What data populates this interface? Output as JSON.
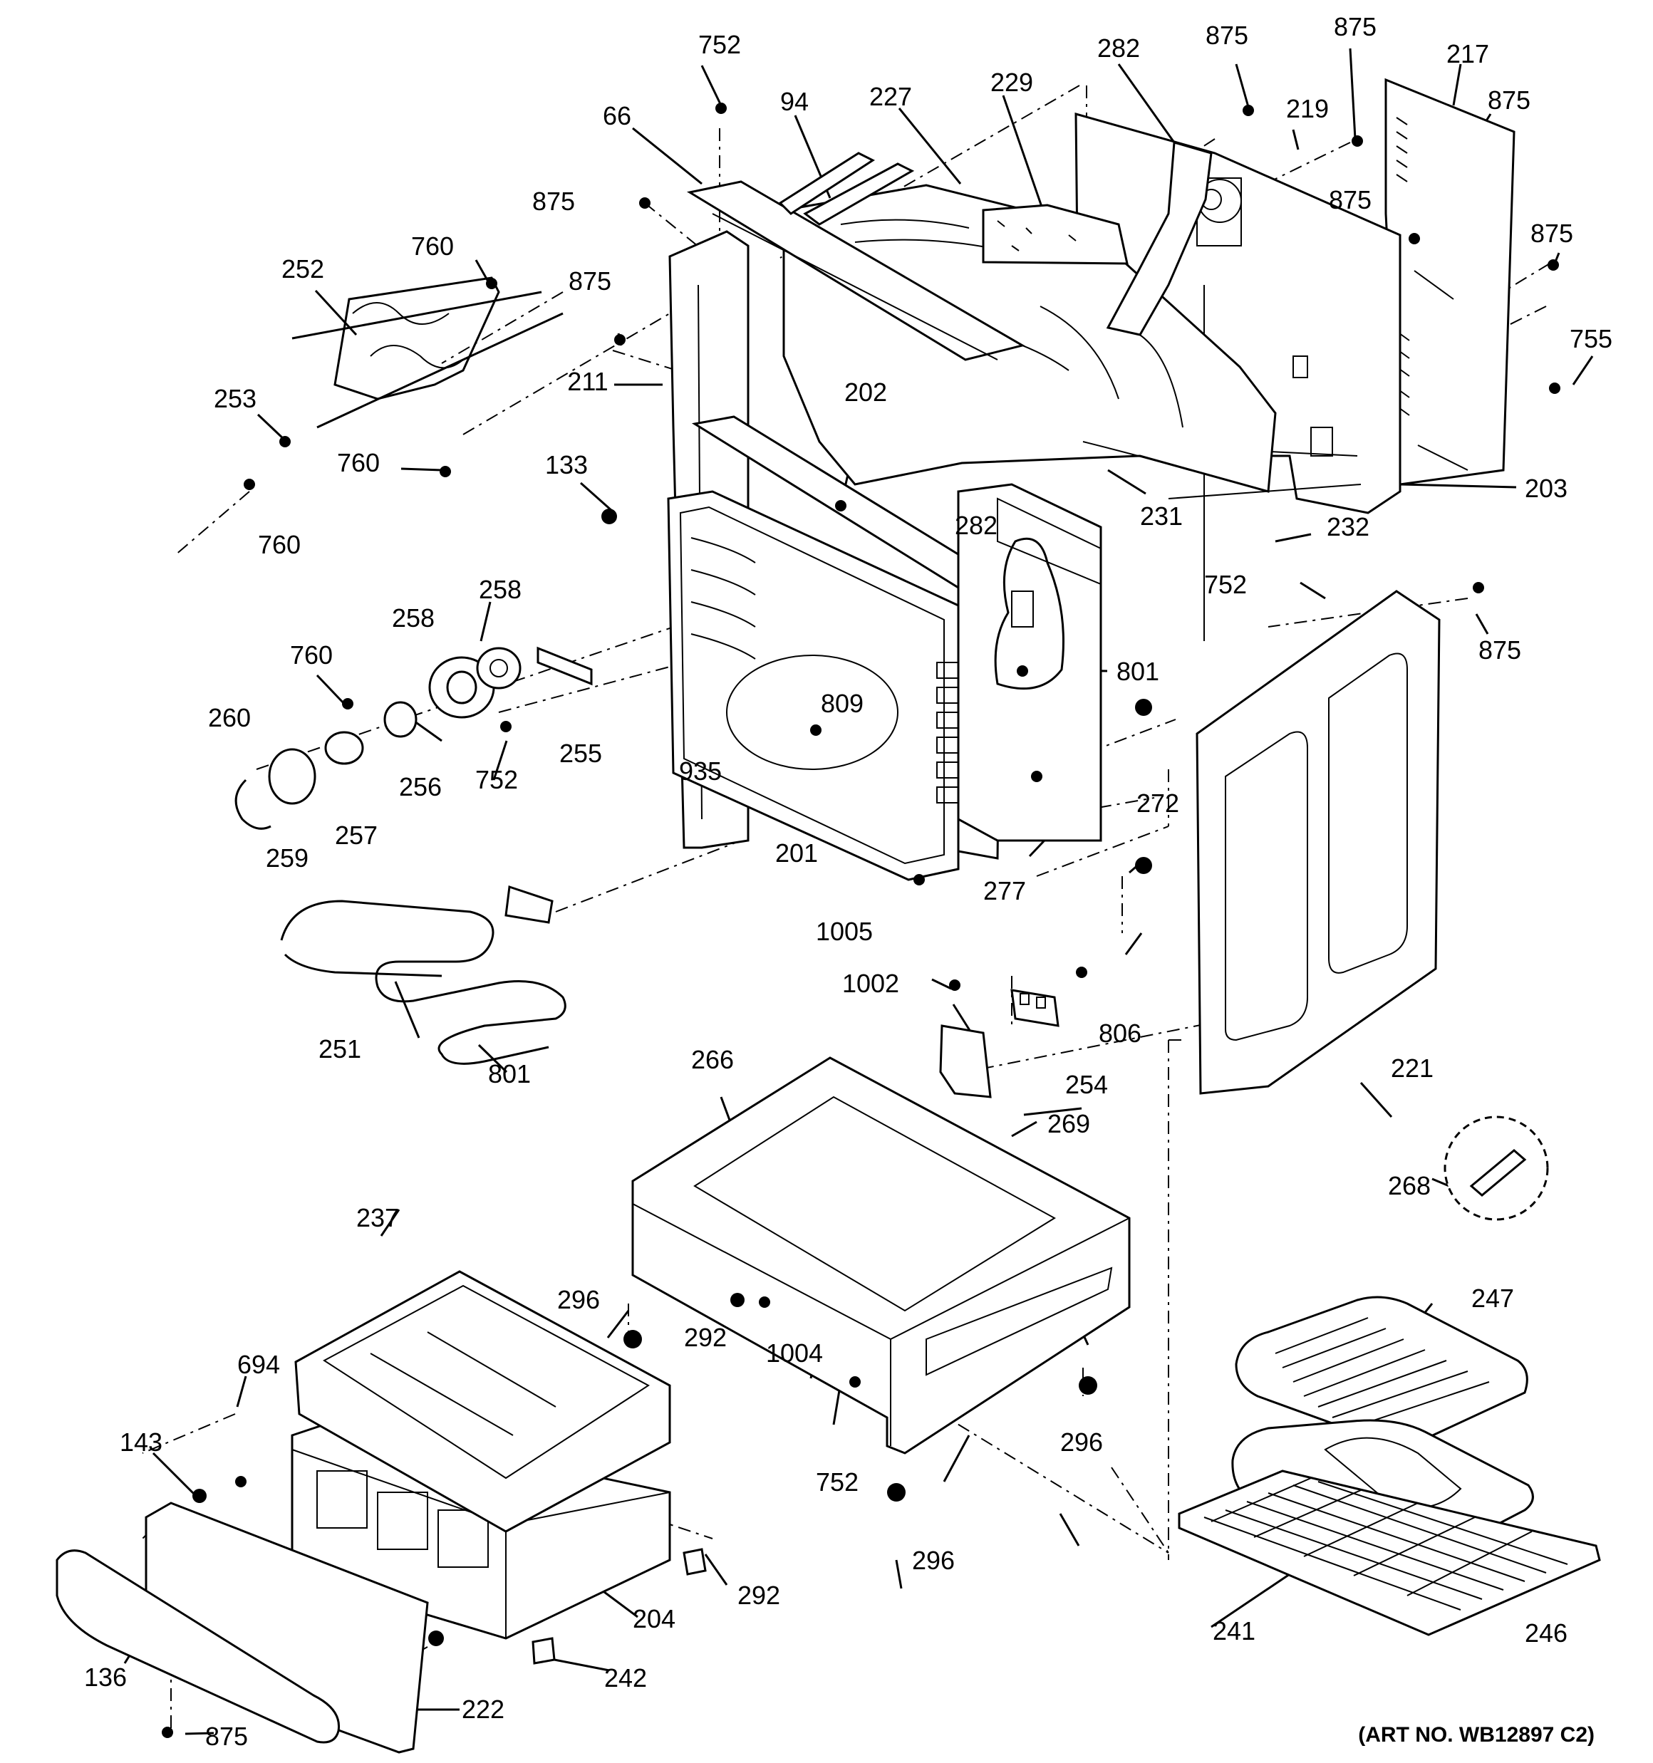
{
  "diagram": {
    "art_number": "(ART NO. WB12897 C2)",
    "callouts": {
      "c752a": "752",
      "c66": "66",
      "c94": "94",
      "c227": "227",
      "c229": "229",
      "c282a": "282",
      "c875a": "875",
      "c875b": "875",
      "c219": "219",
      "c217": "217",
      "c875c": "875",
      "c875d": "875",
      "c875e": "875",
      "c875f": "875",
      "c755": "755",
      "c203": "203",
      "c760a": "760",
      "c252": "252",
      "c211": "211",
      "c202": "202",
      "c253": "253",
      "c760b": "760",
      "c133": "133",
      "c760c": "760",
      "c231": "231",
      "c232": "232",
      "c282b": "282",
      "c752b": "752",
      "c258a": "258",
      "c258b": "258",
      "c760d": "760",
      "c801a": "801",
      "c875g": "875",
      "c260": "260",
      "c809": "809",
      "c255": "255",
      "c256": "256",
      "c752c": "752",
      "c935": "935",
      "c272": "272",
      "c257": "257",
      "c259": "259",
      "c201": "201",
      "c277": "277",
      "c1005": "1005",
      "c1002": "1002",
      "c806": "806",
      "c251": "251",
      "c801b": "801",
      "c254": "254",
      "c221": "221",
      "c266": "266",
      "c269": "269",
      "c268": "268",
      "c237": "237",
      "c296a": "296",
      "c292a": "292",
      "c1004": "1004",
      "c247": "247",
      "c694": "694",
      "c143": "143",
      "c752d": "752",
      "c296b": "296",
      "c296c": "296",
      "c292b": "292",
      "c204": "204",
      "c241": "241",
      "c246": "246",
      "c136": "136",
      "c242": "242",
      "c222": "222",
      "c875h": "875"
    }
  }
}
